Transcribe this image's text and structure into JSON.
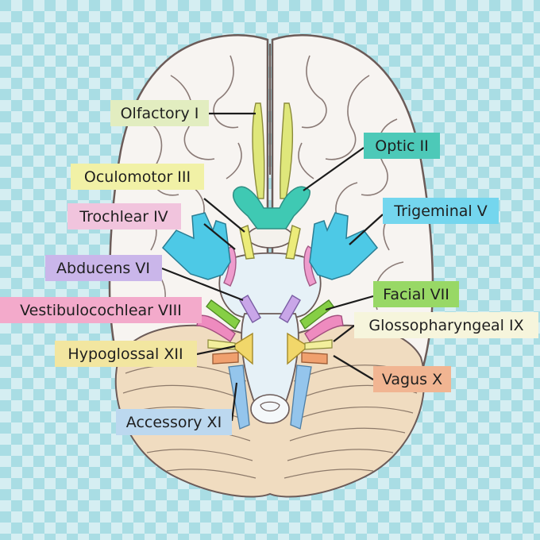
{
  "colors": {
    "background_light": "#d5eef2",
    "background_dark": "#a9dde4",
    "brain_fill": "#f7f4f1",
    "brain_outline": "#6c5b58",
    "cerebellum": "#f0dcc0",
    "brainstem": "#e6f1f7"
  },
  "labels": [
    {
      "id": "olfactory",
      "text": "Olfactory I",
      "bg": "#e2edc0"
    },
    {
      "id": "optic",
      "text": "Optic II",
      "bg": "#4dc9b8"
    },
    {
      "id": "oculomotor",
      "text": "Oculomotor III",
      "bg": "#f1f1a6"
    },
    {
      "id": "trochlear",
      "text": "Trochlear IV",
      "bg": "#f1c4dd"
    },
    {
      "id": "trigeminal",
      "text": "Trigeminal V",
      "bg": "#74d6ee"
    },
    {
      "id": "abducens",
      "text": "Abducens VI",
      "bg": "#cab6ea"
    },
    {
      "id": "facial",
      "text": "Facial VII",
      "bg": "#98d866"
    },
    {
      "id": "vestibulocochlear",
      "text": "Vestibulocochlear VIII",
      "bg": "#f3aacb"
    },
    {
      "id": "glossopharyngeal",
      "text": "Glossopharyngeal IX",
      "bg": "#f6f5dc"
    },
    {
      "id": "vagus",
      "text": "Vagus X",
      "bg": "#f1b592"
    },
    {
      "id": "accessory",
      "text": "Accessory XI",
      "bg": "#bcd8ef"
    },
    {
      "id": "hypoglossal",
      "text": "Hypoglossal XII",
      "bg": "#f2e6a0"
    }
  ],
  "nerve_colors": {
    "olfactory": "#dfe77b",
    "optic": "#3fc9b3",
    "oculomotor": "#ecec7a",
    "trochlear": "#ee9ccd",
    "trigeminal": "#4dc9e6",
    "abducens": "#c9a6e8",
    "facial": "#86cf45",
    "vestibulocochlear": "#ee8bbf",
    "glossopharyngeal": "#f2ef9c",
    "vagus": "#f0a06e",
    "accessory": "#94c5ec",
    "hypoglossal": "#f1d76a"
  }
}
